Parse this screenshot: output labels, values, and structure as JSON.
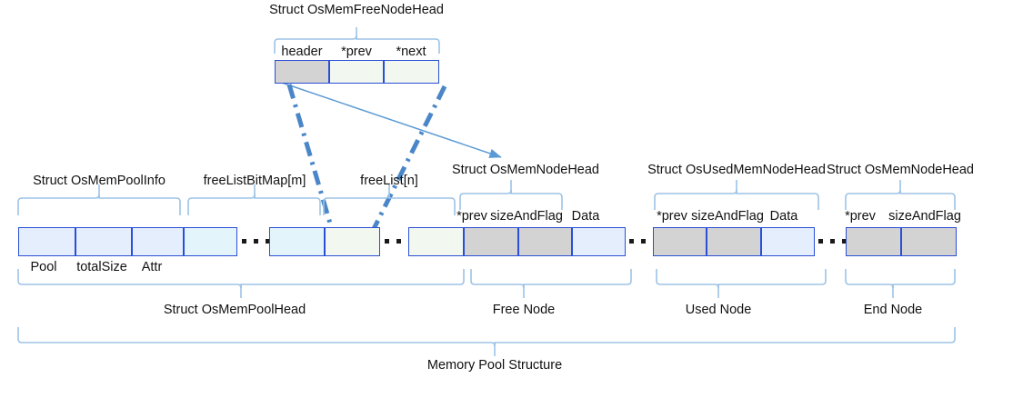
{
  "diagram": {
    "title": "Memory Pool Structure",
    "colors": {
      "cell_border": "#2a4fd6",
      "bracket": "#9dc3e6",
      "arrow": "#5b9bd5",
      "dash_dot": "#4a86c8",
      "fill_blue": "#e4eefc",
      "fill_ice": "#e3f5fb",
      "fill_mint": "#f2f8f0",
      "fill_gray": "#d3d3d3"
    }
  },
  "free_node_head": {
    "title": "Struct OsMemFreeNodeHead",
    "fields": [
      {
        "label": "header",
        "fill": "gray"
      },
      {
        "label": "*prev",
        "fill": "mint"
      },
      {
        "label": "*next",
        "fill": "mint"
      }
    ]
  },
  "top_brackets": [
    {
      "name": "pool-info",
      "label": "Struct OsMemPoolInfo"
    },
    {
      "name": "free-list-bitmap",
      "label": "freeListBitMap[m]"
    },
    {
      "name": "free-list",
      "label": "freeList[n]"
    },
    {
      "name": "mem-node-head-free",
      "label": "Struct OsMemNodeHead"
    },
    {
      "name": "used-mem-node-head",
      "label": "Struct OsUsedMemNodeHead"
    },
    {
      "name": "mem-node-head-end",
      "label": "Struct OsMemNodeHead"
    }
  ],
  "row_cells": {
    "pool_info": [
      {
        "label": "Pool",
        "fill": "blue"
      },
      {
        "label": "totalSize",
        "fill": "blue"
      },
      {
        "label": "Attr",
        "fill": "blue"
      }
    ],
    "bitmap": [
      {
        "label": "",
        "fill": "ice"
      },
      {
        "label": "",
        "fill": "ice"
      },
      {
        "label": "",
        "fill": "mint"
      }
    ],
    "free_list": [
      {
        "label": "",
        "fill": "mint"
      }
    ],
    "free_node": [
      {
        "label": "*prev",
        "fill": "gray"
      },
      {
        "label": "sizeAndFlag",
        "fill": "gray"
      },
      {
        "label": "Data",
        "fill": "blue"
      }
    ],
    "used_node": [
      {
        "label": "*prev",
        "fill": "gray"
      },
      {
        "label": "sizeAndFlag",
        "fill": "gray"
      },
      {
        "label": "Data",
        "fill": "blue"
      }
    ],
    "end_node": [
      {
        "label": "*prev",
        "fill": "gray"
      },
      {
        "label": "sizeAndFlag",
        "fill": "gray"
      }
    ]
  },
  "field_labels": {
    "pool": "Pool",
    "total_size": "totalSize",
    "attr": "Attr",
    "free_prev": "*prev",
    "free_size_and_flag": "sizeAndFlag",
    "free_data": "Data",
    "used_prev": "*prev",
    "used_size_and_flag": "sizeAndFlag",
    "used_data": "Data",
    "end_prev": "*prev",
    "end_size_and_flag": "sizeAndFlag"
  },
  "bottom_brackets": [
    {
      "name": "pool-head",
      "label": "Struct OsMemPoolHead"
    },
    {
      "name": "free-node",
      "label": "Free Node"
    },
    {
      "name": "used-node",
      "label": "Used Node"
    },
    {
      "name": "end-node",
      "label": "End Node"
    }
  ],
  "overall": {
    "label": "Memory Pool Structure"
  }
}
